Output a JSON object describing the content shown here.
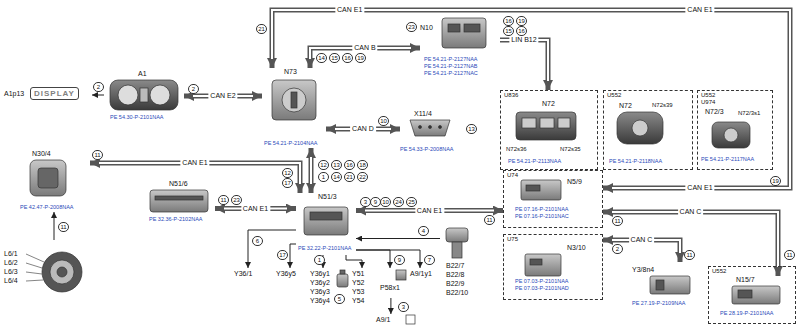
{
  "diagram": {
    "nodes": [
      {
        "text": [
          "A1p13",
          "DISPLAY"
        ]
      },
      {
        "text": [
          "A1",
          "PE 54.30-P-2101NAA"
        ]
      },
      {
        "text": [
          "N73",
          "PE 54.21-P-2104NAA"
        ]
      },
      {
        "text": [
          "N10",
          "PE 54.21-P-2127NAA",
          "PE 54.21-P-2127NAB",
          "PE 54.21-P-2127NAC"
        ]
      },
      {
        "text": [
          "X11/4",
          "PE 54.33-P-2008NAA"
        ]
      },
      {
        "text": [
          "U836"
        ]
      },
      {
        "text": [
          "N72",
          "PE 54.21-P-2113NAA"
        ],
        "in": 5
      },
      {
        "text": [
          "U552"
        ]
      },
      {
        "text": [
          "N72",
          "PE 54.21-P-2118NAA"
        ],
        "in": 7
      },
      {
        "text": [
          "U552",
          "U974"
        ]
      },
      {
        "text": [
          "N72/3",
          "PE 54.21-P-2117NAA"
        ],
        "in": 9
      },
      {
        "text": [
          "N30/4",
          "PE 42.47-P-2008NAA"
        ]
      },
      {
        "text": [
          "N51/6",
          "PE 32.36-P-2102NAA"
        ]
      },
      {
        "text": [
          "N51/3",
          "PE 32.22-P-2101NAA"
        ]
      },
      {
        "text": [
          "U74"
        ]
      },
      {
        "text": [
          "N5/9",
          "PE 07.16-P-2101NAA",
          "PE 07.16-P-2101NAC"
        ],
        "in": 14
      },
      {
        "text": [
          "U75"
        ]
      },
      {
        "text": [
          "N3/10",
          "PE 07.03-P-2101NAA",
          "PE 07.03-P-2101NAD"
        ],
        "in": 16
      },
      {
        "text": [
          "Y3/8n4",
          "PE 27.19-P-2109NAA"
        ]
      },
      {
        "text": [
          "U552"
        ]
      },
      {
        "text": [
          "N15/7",
          "PE 28.19-P-2101NAA"
        ],
        "in": 19
      },
      {
        "text": [
          "L6/1",
          "L6/2",
          "L6/3",
          "L6/4"
        ]
      },
      {
        "text": [
          "Y36/1"
        ]
      },
      {
        "text": [
          "Y36y5"
        ]
      },
      {
        "text": [
          "Y36y1",
          "Y36y2",
          "Y36y3",
          "Y36y4"
        ]
      },
      {
        "text": [
          "Y51",
          "Y52",
          "Y53",
          "Y54"
        ]
      },
      {
        "text": [
          "P58x1"
        ]
      },
      {
        "text": [
          "A9/1"
        ]
      },
      {
        "text": [
          "A9/1y1"
        ]
      },
      {
        "text": [
          "B22/7",
          "B22/8",
          "B22/9",
          "B22/10"
        ]
      }
    ],
    "edges": [
      {
        "from": 2,
        "to": 1,
        "label": "CAN E2",
        "arrow": "both"
      },
      {
        "from": 1,
        "to": 0,
        "arrow": "to"
      },
      {
        "from": 2,
        "to": 3,
        "label": "CAN B",
        "arrow": "both"
      },
      {
        "from": 2,
        "to": 4,
        "label": "CAN D",
        "arrow": "both"
      },
      {
        "from": 2,
        "to": 13,
        "arrow": "both"
      },
      {
        "from": 13,
        "to": 11,
        "label": "CAN E1",
        "arrow": "both"
      },
      {
        "from": 13,
        "to": 12,
        "label": "CAN E1",
        "arrow": "both"
      },
      {
        "from": 13,
        "to": 14,
        "label": "CAN E1",
        "arrow": "both"
      },
      {
        "from": 2,
        "to": 14,
        "label": "CAN E1",
        "arrow": "both"
      },
      {
        "from": 3,
        "to": 5,
        "label": "LIN B12",
        "arrow": "to"
      },
      {
        "from": 14,
        "to": 20,
        "label": "CAN C",
        "arrow": "both"
      },
      {
        "from": 16,
        "to": 18,
        "label": "CAN C",
        "arrow": "both"
      },
      {
        "from": 21,
        "to": 11,
        "arrow": "to"
      },
      {
        "from": 13,
        "to": 22,
        "arrow": "to"
      },
      {
        "from": 13,
        "to": 23,
        "arrow": "to"
      },
      {
        "from": 13,
        "to": 24,
        "arrow": "to"
      },
      {
        "from": 13,
        "to": 25,
        "arrow": "to"
      },
      {
        "from": 13,
        "to": 26,
        "arrow": "to"
      },
      {
        "from": 26,
        "to": 27,
        "arrow": "to"
      },
      {
        "from": 13,
        "to": 28,
        "arrow": "to"
      },
      {
        "from": 29,
        "to": 13,
        "arrow": "to"
      }
    ],
    "labels": [
      "CAN E1",
      "CAN E1",
      "N72s36",
      "N72s35",
      "N72s39",
      "N72/3s1",
      "2",
      "2",
      "23",
      "16",
      "19",
      "15",
      "16",
      "21",
      "14",
      "15",
      "16",
      "19",
      "10",
      "13",
      "11",
      "12",
      "17",
      "12",
      "13",
      "16",
      "18",
      "1",
      "14",
      "21",
      "22",
      "11",
      "23",
      "3",
      "9",
      "10",
      "24",
      "25",
      "11",
      "19",
      "11",
      "2",
      "11",
      "11",
      "4",
      "6",
      "17",
      "1",
      "5",
      "9",
      "3",
      "7",
      "11"
    ]
  }
}
